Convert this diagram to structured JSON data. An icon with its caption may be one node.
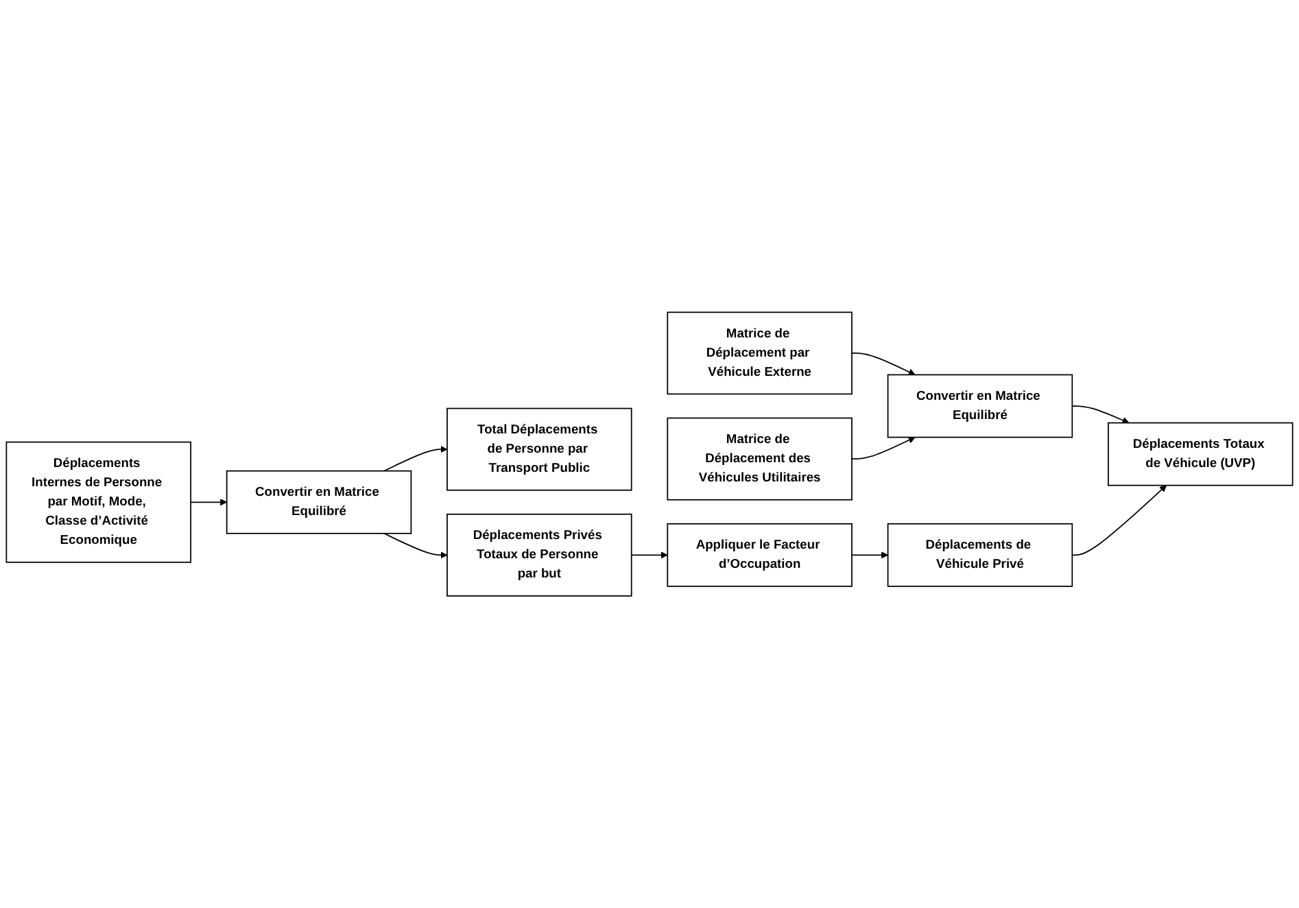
{
  "diagram": {
    "nodes": [
      {
        "text": [
          "Déplacements Internes de Personne par Motif, Mode, Classe d’Activité Economique"
        ]
      },
      {
        "text": [
          "Convertir en Matrice Equilibré"
        ]
      },
      {
        "text": [
          "Total Déplacements de Personne par Transport Public"
        ]
      },
      {
        "text": [
          "Déplacements Privés Totaux de Personne par but"
        ]
      },
      {
        "text": [
          "Matrice de Déplacement par Véhicule Externe"
        ]
      },
      {
        "text": [
          "Matrice de Déplacement des Véhicules Utilitaires"
        ]
      },
      {
        "text": [
          "Convertir en Matrice Equilibré"
        ]
      },
      {
        "text": [
          "Appliquer le Facteur d’Occupation"
        ]
      },
      {
        "text": [
          "Déplacements de Véhicule Privé"
        ]
      },
      {
        "text": [
          "Déplacements Totaux de Véhicule (UVP)"
        ]
      }
    ],
    "edges": [
      {
        "from": 0,
        "to": 1,
        "arrow": "to"
      },
      {
        "from": 1,
        "to": 2,
        "arrow": "to"
      },
      {
        "from": 1,
        "to": 3,
        "arrow": "to"
      },
      {
        "from": 3,
        "to": 7,
        "arrow": "to"
      },
      {
        "from": 7,
        "to": 8,
        "arrow": "to"
      },
      {
        "from": 4,
        "to": 6,
        "arrow": "to"
      },
      {
        "from": 5,
        "to": 6,
        "arrow": "to"
      },
      {
        "from": 6,
        "to": 9,
        "arrow": "to"
      },
      {
        "from": 8,
        "to": 9,
        "arrow": "to"
      }
    ]
  }
}
